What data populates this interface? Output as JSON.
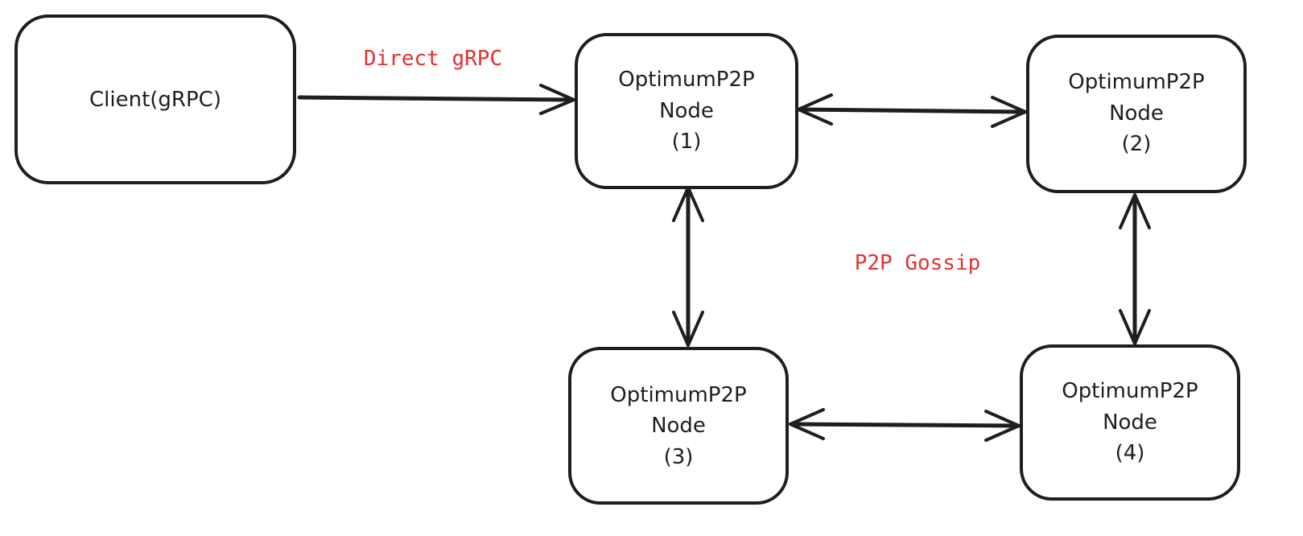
{
  "diagram": {
    "client": {
      "label": "Client(gRPC)"
    },
    "nodes": [
      {
        "id": "node-1",
        "line1": "OptimumP2P",
        "line2": "Node",
        "line3": "(1)"
      },
      {
        "id": "node-2",
        "line1": "OptimumP2P",
        "line2": "Node",
        "line3": "(2)"
      },
      {
        "id": "node-3",
        "line1": "OptimumP2P",
        "line2": "Node",
        "line3": "(3)"
      },
      {
        "id": "node-4",
        "line1": "OptimumP2P",
        "line2": "Node",
        "line3": "(4)"
      }
    ],
    "labels": {
      "direct": "Direct gRPC",
      "gossip": "P2P Gossip"
    },
    "colors": {
      "stroke": "#1e1e1e",
      "label": "#e03131",
      "background": "#ffffff"
    }
  }
}
